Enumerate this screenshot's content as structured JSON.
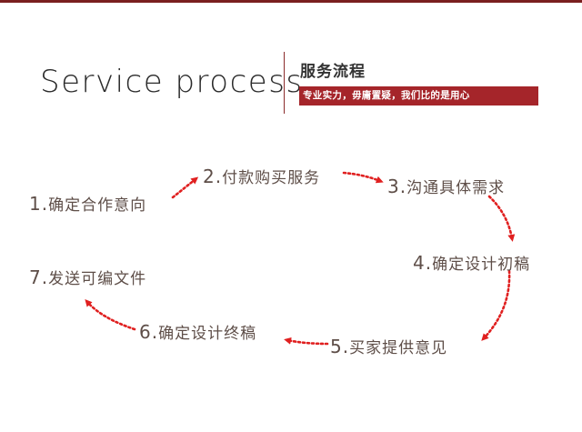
{
  "header": {
    "title_en": "Service process",
    "title_cn": "服务流程",
    "tagline": "专业实力，毋庸置疑，我们比的是用心"
  },
  "colors": {
    "accent": "#a5252a",
    "arrow": "#e02020",
    "step_text": "#5e4e48"
  },
  "steps": [
    {
      "num": "1.",
      "label": "确定合作意向"
    },
    {
      "num": "2.",
      "label": "付款购买服务"
    },
    {
      "num": "3.",
      "label": "沟通具体需求"
    },
    {
      "num": "4.",
      "label": "确定设计初稿"
    },
    {
      "num": "5.",
      "label": "买家提供意见"
    },
    {
      "num": "6.",
      "label": "确定设计终稿"
    },
    {
      "num": "7.",
      "label": "发送可编文件"
    }
  ]
}
